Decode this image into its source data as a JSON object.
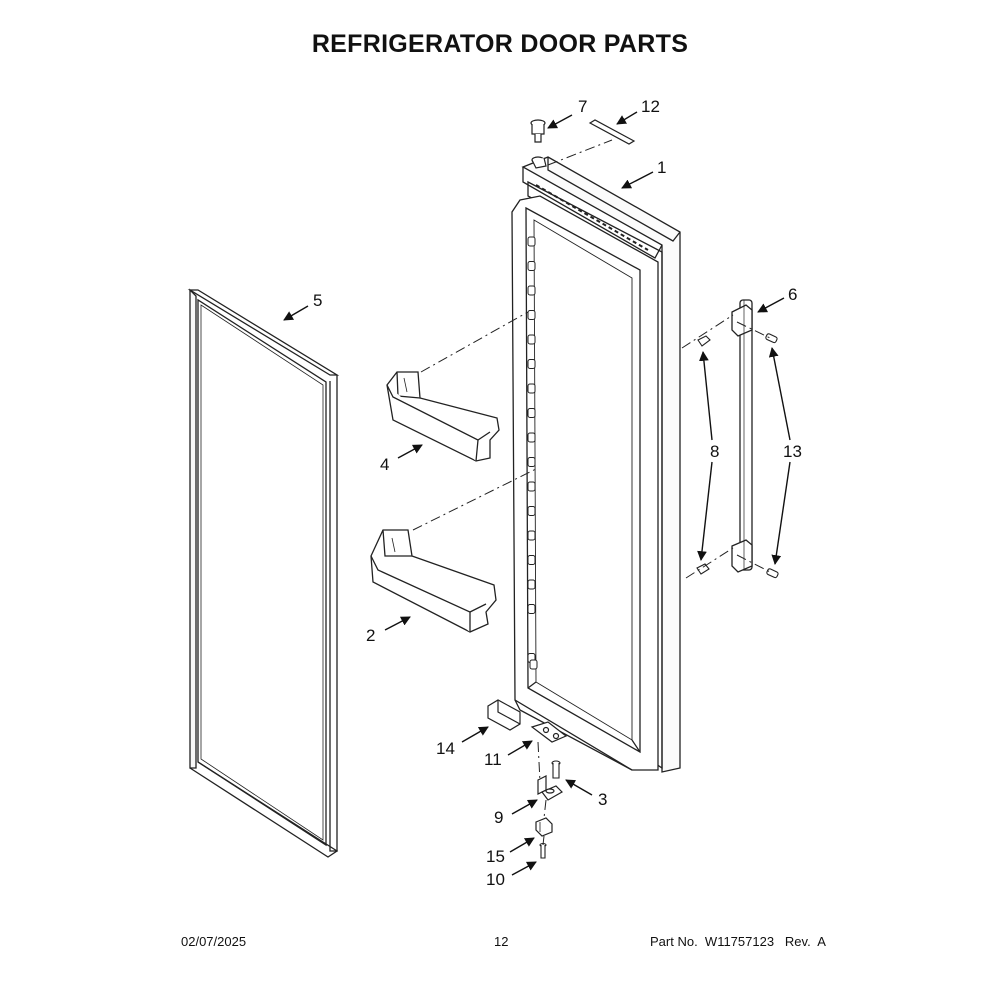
{
  "title": "REFRIGERATOR DOOR PARTS",
  "callouts": {
    "c1": "1",
    "c2": "2",
    "c3": "3",
    "c4": "4",
    "c5": "5",
    "c6": "6",
    "c7": "7",
    "c8": "8",
    "c9": "9",
    "c10": "10",
    "c11": "11",
    "c12": "12",
    "c13": "13",
    "c14": "14",
    "c15": "15"
  },
  "footer": {
    "date": "02/07/2025",
    "page": "12",
    "part_label": "Part No.",
    "part_number": "W11757123",
    "rev_label": "Rev.",
    "rev": "A"
  }
}
